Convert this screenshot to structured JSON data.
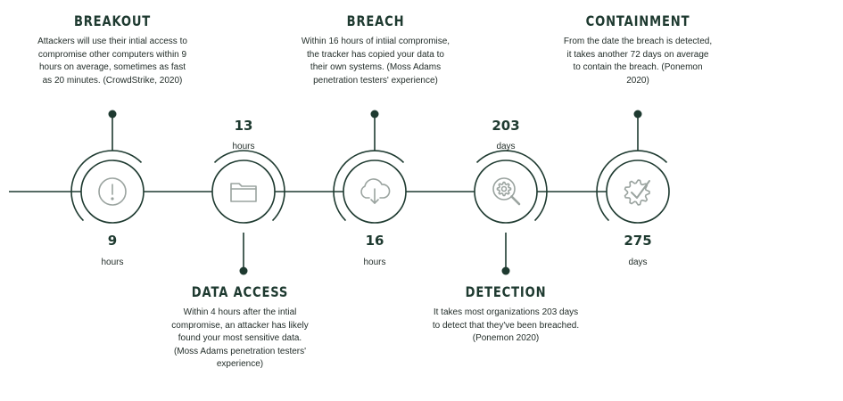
{
  "colors": {
    "line": "#1e3a30",
    "icon": "#9aa39f",
    "circle_fill": "#ffffff"
  },
  "stages": [
    {
      "title": "BREAKOUT",
      "description": "Attackers will use their intial access to compromise other computers within 9 hours on average, sometimes as fast as 20 minutes. (CrowdStrike, 2020)",
      "metric_value": "9",
      "metric_unit": "hours",
      "icon": "exclamation-circle-icon"
    },
    {
      "title": "DATA ACCESS",
      "description": "Within 4 hours after the intial compromise, an attacker has likely found your most sensitive data. (Moss Adams penetration testers' experience)",
      "metric_value": "13",
      "metric_unit": "hours",
      "icon": "folder-icon"
    },
    {
      "title": "BREACH",
      "description": "Within 16 hours of intiial compromise, the tracker has copied your data to their own systems. (Moss Adams penetration testers' experience)",
      "metric_value": "16",
      "metric_unit": "hours",
      "icon": "cloud-download-icon"
    },
    {
      "title": "DETECTION",
      "description": "It takes most organizations 203 days to detect that they've been breached. (Ponemon 2020)",
      "metric_value": "203",
      "metric_unit": "days",
      "icon": "gear-search-icon"
    },
    {
      "title": "CONTAINMENT",
      "description": "From the date the breach is detected, it takes another 72 days on average to contain the breach. (Ponemon 2020)",
      "metric_value": "275",
      "metric_unit": "days",
      "icon": "gear-check-icon"
    }
  ]
}
